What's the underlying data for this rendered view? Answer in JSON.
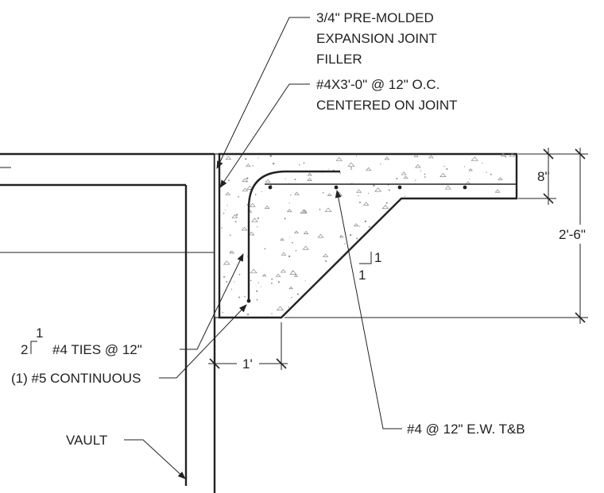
{
  "notes": {
    "filler": [
      "3/4\" PRE-MOLDED",
      "EXPANSION JOINT",
      "FILLER"
    ],
    "dowel": [
      "#4X3'-0\" @ 12\" O.C.",
      "CENTERED ON JOINT"
    ],
    "ties": "#4 TIES @ 12\"",
    "ties_slope_rise": "1",
    "ties_slope_run": "2",
    "continuous": "(1) #5 CONTINUOUS",
    "vault": "VAULT",
    "ew": "#4 @ 12\" E.W. T&B"
  },
  "dimensions": {
    "slab": "8\"",
    "depth": "2'-6\"",
    "width": "1'"
  },
  "slope": {
    "rise": "1",
    "run": "1"
  },
  "colors": {
    "line": "#222222",
    "concrete_speckle": "#8a8a8a"
  }
}
